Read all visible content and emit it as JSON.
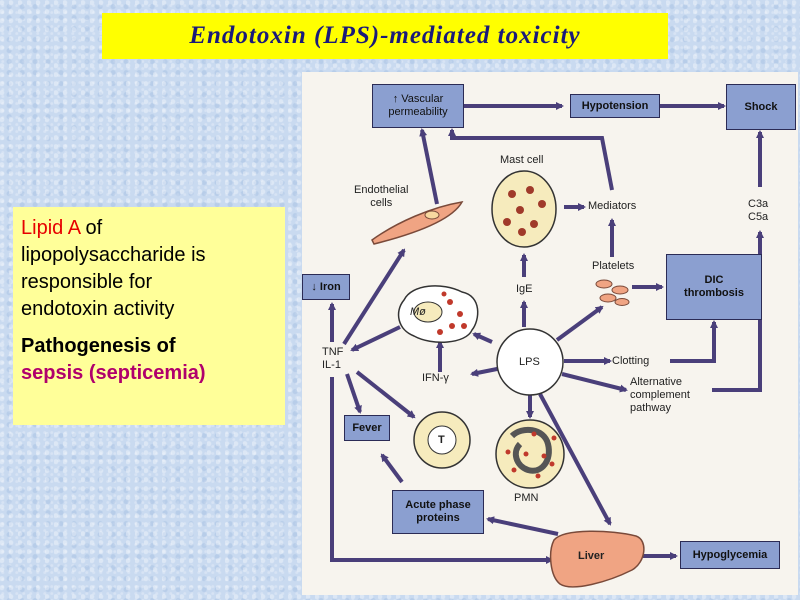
{
  "title": "Endotoxin (LPS)-mediated toxicity",
  "note": {
    "lipid_a": "Lipid A",
    "line1_rest": " of",
    "line2": "lipopolysaccharide is",
    "line3": "responsible for",
    "line4": "endotoxin activity",
    "pathogenesis": "Pathogenesis of",
    "sepsis": "sepsis (septicemia)"
  },
  "diagram": {
    "vascular_arrow": "↑",
    "vascular_line1": "Vascular",
    "vascular_line2": "permeability",
    "hypotension": "Hypotension",
    "shock": "Shock",
    "iron": "↓ Iron",
    "dic_line1": "DIC",
    "dic_line2": "thrombosis",
    "fever": "Fever",
    "acute_line1": "Acute phase",
    "acute_line2": "proteins",
    "hypoglycemia": "Hypoglycemia",
    "liver": "Liver",
    "mast_cell": "Mast cell",
    "endothelial_line1": "Endothelial",
    "endothelial_line2": "cells",
    "mediators": "Mediators",
    "c3a": "C3a",
    "c5a": "C5a",
    "platelets": "Platelets",
    "ige": "IgE",
    "macrophage": "Mø",
    "tnf": "TNF",
    "il1": "IL-1",
    "ifn": "IFN-γ",
    "lps": "LPS",
    "clotting": "Clotting",
    "alt_line1": "Alternative",
    "alt_line2": "complement",
    "alt_line3": "pathway",
    "t_cell": "T",
    "pmn": "PMN"
  },
  "colors": {
    "title_bg": "#ffff00",
    "title_text": "#1a1a7a",
    "note_bg": "#ffff99",
    "lipid_red": "#e60000",
    "sepsis_magenta": "#b0006c",
    "box_fill": "#8b9fd0",
    "arrow": "#4a3f7a",
    "cell_fill": "#f6ebbd",
    "endothelial_fill": "#f0a483",
    "platelet_fill": "#f0a483"
  }
}
